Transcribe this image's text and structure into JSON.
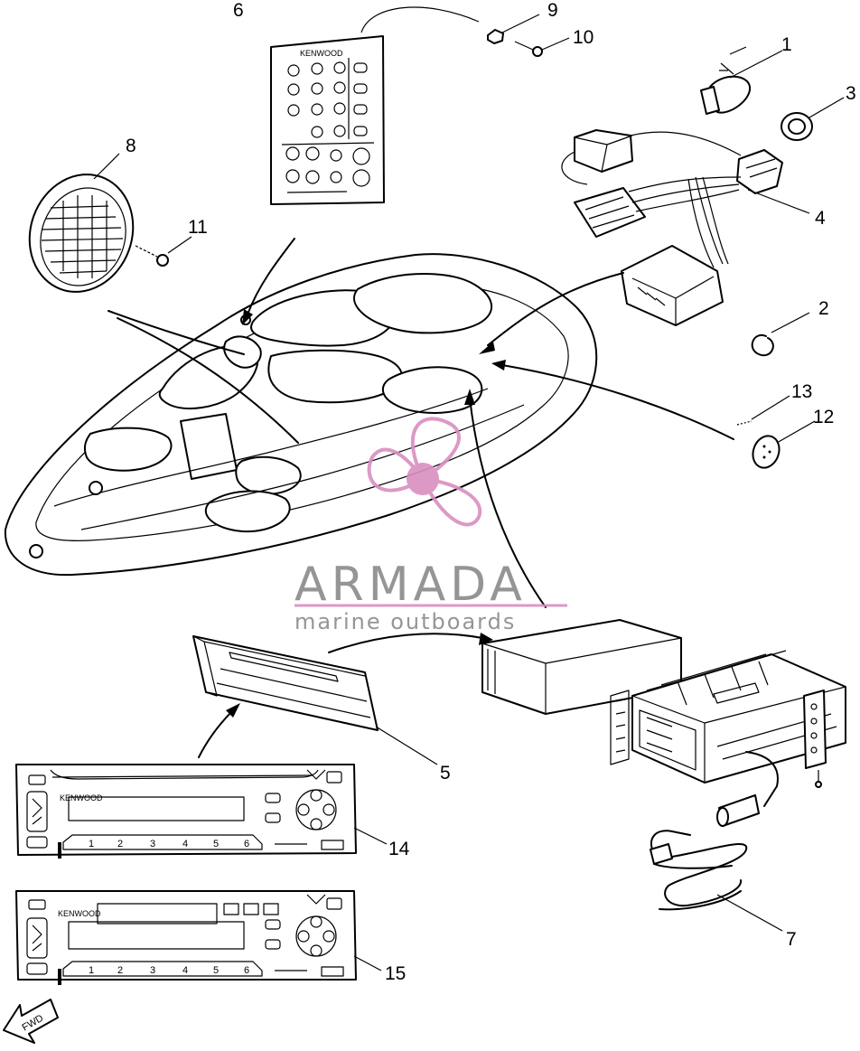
{
  "callouts": [
    {
      "number": "1"
    },
    {
      "number": "2"
    },
    {
      "number": "3"
    },
    {
      "number": "4"
    },
    {
      "number": "5"
    },
    {
      "number": "6"
    },
    {
      "number": "7"
    },
    {
      "number": "8"
    },
    {
      "number": "9"
    },
    {
      "number": "10"
    },
    {
      "number": "11"
    },
    {
      "number": "12"
    },
    {
      "number": "13"
    },
    {
      "number": "14"
    },
    {
      "number": "15"
    }
  ],
  "remote": {
    "brand": "KENWOOD"
  },
  "stereo_14": {
    "brand": "KENWOOD",
    "preset_buttons": [
      "1",
      "2",
      "3",
      "4",
      "5",
      "6"
    ]
  },
  "stereo_15": {
    "brand": "KENWOOD",
    "preset_buttons": [
      "1",
      "2",
      "3",
      "4",
      "5",
      "6"
    ]
  },
  "forward_arrow": {
    "label": "FWD"
  },
  "watermark": {
    "name": "ARMADA",
    "tagline": "marine outboards",
    "colors": {
      "logo": "#d98fc0",
      "text": "#8a8a8a"
    }
  }
}
